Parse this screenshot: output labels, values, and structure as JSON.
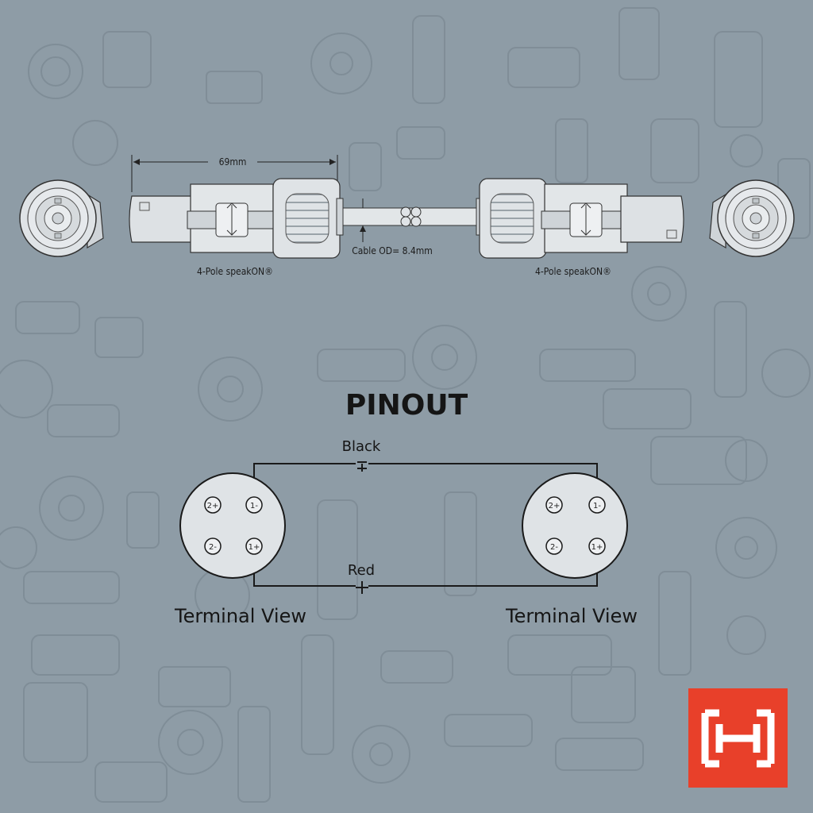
{
  "dimension_length": "69mm",
  "cable_od": "Cable OD= 8.4mm",
  "left_connector_label": "4-Pole speakON®",
  "right_connector_label": "4-Pole speakON®",
  "pinout_title": "PINOUT",
  "wire_black": "Black",
  "wire_red": "Red",
  "left_terminal_label": "Terminal View",
  "right_terminal_label": "Terminal View",
  "pins": {
    "p2plus": "2+",
    "p1minus": "1-",
    "p2minus": "2-",
    "p1plus": "1+"
  },
  "colors": {
    "background": "#8e9ca6",
    "connector_body": "#dfe3e6",
    "line": "#1a1a1a",
    "logo": "#e8402a"
  },
  "logo_icon": "hosa-logo-icon"
}
